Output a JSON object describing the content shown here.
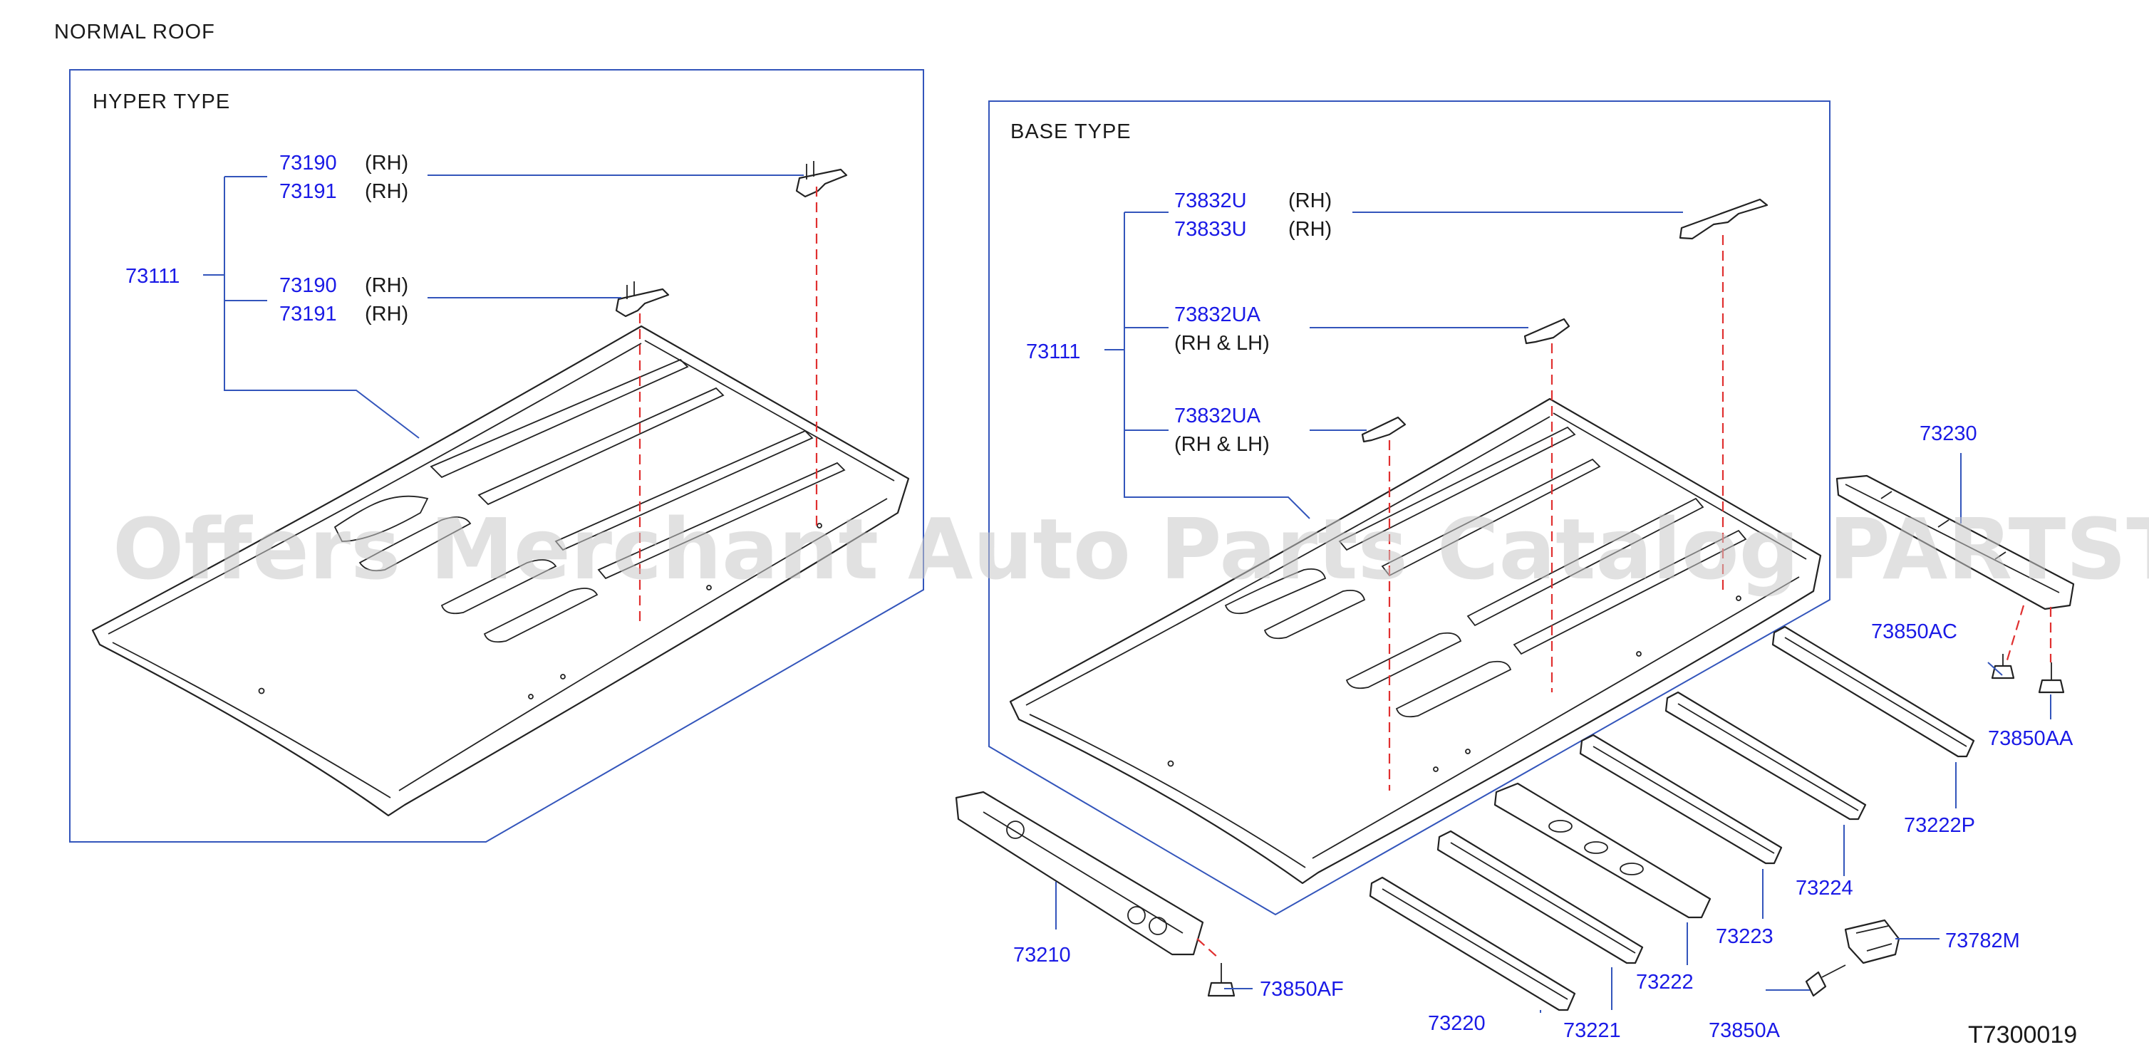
{
  "title": "NORMAL   ROOF",
  "drawing_code": "T7300019",
  "watermark": "Offers Merchant Auto Parts Catalog PARTSTORE.CA",
  "hyper_type": {
    "label": "HYPER   TYPE",
    "group_part": "73111",
    "brackets": [
      {
        "part": "73190",
        "side": "(RH)"
      },
      {
        "part": "73191",
        "side": "(RH)"
      },
      {
        "part": "73190",
        "side": "(RH)"
      },
      {
        "part": "73191",
        "side": "(RH)"
      }
    ]
  },
  "base_type": {
    "label": "BASE   TYPE",
    "group_part": "73111",
    "brackets": [
      {
        "part": "73832U",
        "side": "(RH)"
      },
      {
        "part": "73833U",
        "side": "(RH)"
      },
      {
        "part": "73832UA",
        "side": "(RH   &   LH)"
      },
      {
        "part": "73832UA",
        "side": "(RH   &   LH)"
      }
    ]
  },
  "parts": {
    "p73230": "73230",
    "p73850AC": "73850AC",
    "p73850AA": "73850AA",
    "p73222P": "73222P",
    "p73224": "73224",
    "p73223": "73223",
    "p73222": "73222",
    "p73221": "73221",
    "p73220": "73220",
    "p73210": "73210",
    "p73850AF": "73850AF",
    "p73782M": "73782M",
    "p73850A": "73850A"
  },
  "colors": {
    "part_number": "#1a1ae6",
    "leader_line": "#3355bb",
    "alignment_dash": "#e03030",
    "watermark": "#c9c9c9"
  }
}
